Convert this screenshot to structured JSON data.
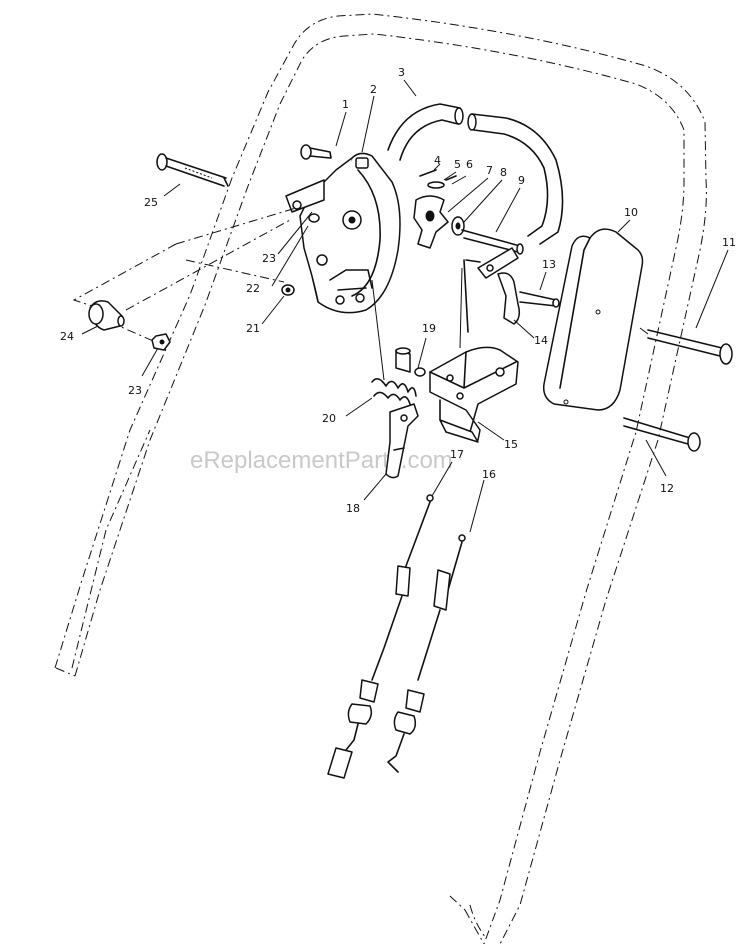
{
  "diagram": {
    "callouts": [
      {
        "id": "1",
        "text": "1"
      },
      {
        "id": "2",
        "text": "2"
      },
      {
        "id": "3",
        "text": "3"
      },
      {
        "id": "4",
        "text": "4"
      },
      {
        "id": "5",
        "text": "5"
      },
      {
        "id": "6",
        "text": "6"
      },
      {
        "id": "7",
        "text": "7"
      },
      {
        "id": "8",
        "text": "8"
      },
      {
        "id": "9",
        "text": "9"
      },
      {
        "id": "10",
        "text": "10"
      },
      {
        "id": "11",
        "text": "11"
      },
      {
        "id": "12",
        "text": "12"
      },
      {
        "id": "13",
        "text": "13"
      },
      {
        "id": "14",
        "text": "14"
      },
      {
        "id": "15",
        "text": "15"
      },
      {
        "id": "16",
        "text": "16"
      },
      {
        "id": "17",
        "text": "17"
      },
      {
        "id": "18",
        "text": "18"
      },
      {
        "id": "19",
        "text": "19"
      },
      {
        "id": "20",
        "text": "20"
      },
      {
        "id": "21",
        "text": "21"
      },
      {
        "id": "22",
        "text": "22"
      },
      {
        "id": "23a",
        "text": "23"
      },
      {
        "id": "23b",
        "text": "23"
      },
      {
        "id": "24",
        "text": "24"
      },
      {
        "id": "25",
        "text": "25"
      }
    ],
    "watermark": "eReplacementParts.com"
  },
  "colors": {
    "line": "#111111",
    "background": "#ffffff",
    "watermark": "#c9c9c9"
  }
}
